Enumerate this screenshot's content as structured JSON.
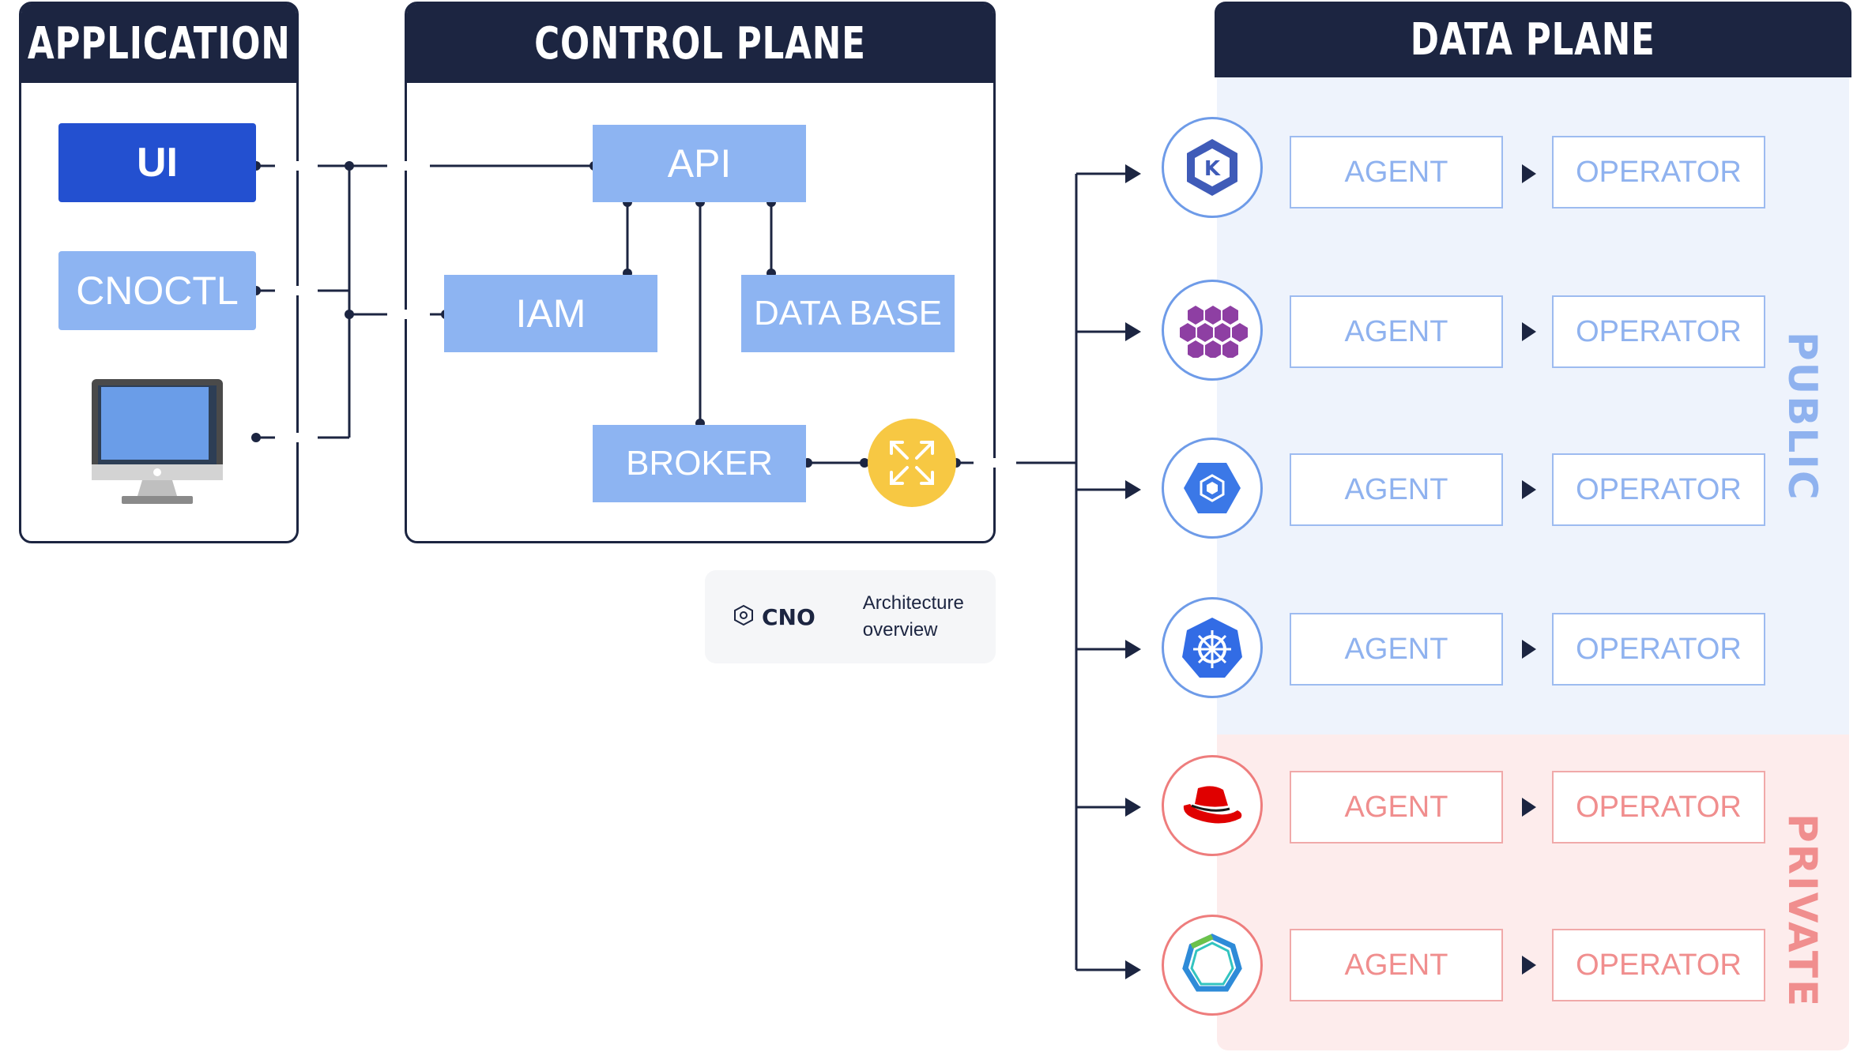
{
  "sections": {
    "application": "APPLICATION",
    "control_plane": "CONTROL PLANE",
    "data_plane": "DATA PLANE"
  },
  "application": {
    "ui": "UI",
    "cnoctl": "CNOCTL",
    "desktop_icon": "desktop-computer-icon"
  },
  "control_plane": {
    "api": "API",
    "iam": "IAM",
    "database": "DATA BASE",
    "broker": "BROKER",
    "connector_icon": "expand-arrows-icon"
  },
  "data_plane": {
    "zones": {
      "public": "PUBLIC",
      "private": "PRIVATE"
    },
    "rows": [
      {
        "icon": "kubernetes-k-icon",
        "zone": "public",
        "agent": "AGENT",
        "operator": "OPERATOR"
      },
      {
        "icon": "hexagon-cluster-icon",
        "zone": "public",
        "agent": "AGENT",
        "operator": "OPERATOR"
      },
      {
        "icon": "gke-hexagon-icon",
        "zone": "public",
        "agent": "AGENT",
        "operator": "OPERATOR"
      },
      {
        "icon": "kubernetes-helm-icon",
        "zone": "public",
        "agent": "AGENT",
        "operator": "OPERATOR"
      },
      {
        "icon": "redhat-hat-icon",
        "zone": "private",
        "agent": "AGENT",
        "operator": "OPERATOR"
      },
      {
        "icon": "ring-heptagon-icon",
        "zone": "private",
        "agent": "AGENT",
        "operator": "OPERATOR"
      }
    ]
  },
  "legend": {
    "logo": "CNO",
    "caption_line1": "Architecture",
    "caption_line2": "overview"
  },
  "colors": {
    "navy": "#1c2541",
    "cp_blue": "#8db4f2",
    "ui_blue": "#2350d0",
    "public_bg": "#eef3fc",
    "private_bg": "#fdecec",
    "connector_yellow": "#f7c843"
  }
}
